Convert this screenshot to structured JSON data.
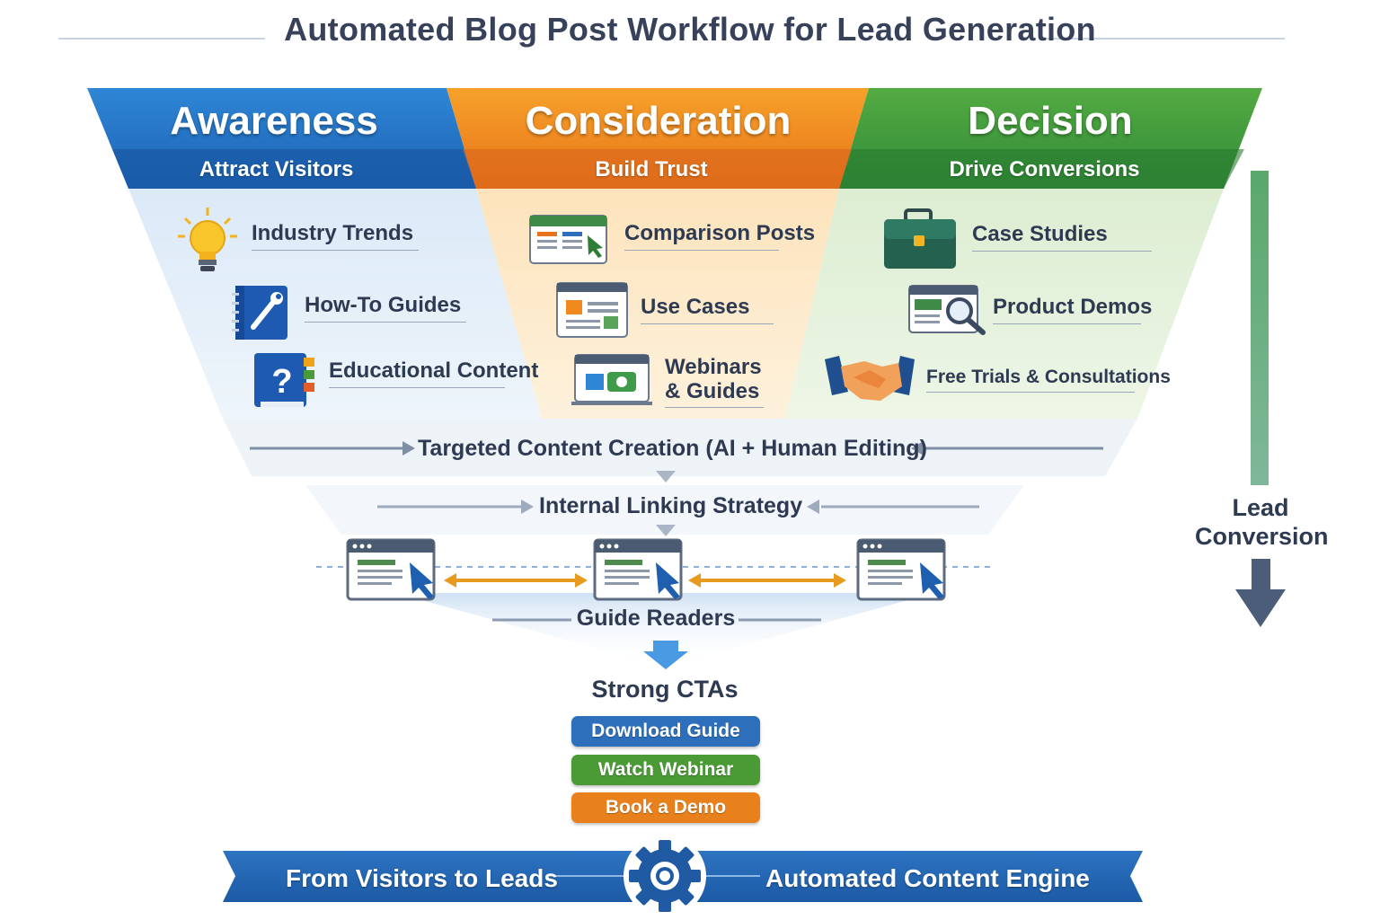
{
  "title": "Automated Blog Post Workflow for Lead Generation",
  "stages": [
    {
      "name": "Awareness",
      "subtitle": "Attract Visitors",
      "color": "#1c6fc0",
      "items": [
        {
          "label": "Industry Trends",
          "icon": "lightbulb-icon"
        },
        {
          "label": "How-To Guides",
          "icon": "wrench-book-icon"
        },
        {
          "label": "Educational Content",
          "icon": "question-book-icon"
        }
      ]
    },
    {
      "name": "Consideration",
      "subtitle": "Build Trust",
      "color": "#ee7d1a",
      "items": [
        {
          "label": "Comparison Posts",
          "icon": "comparison-browser-icon"
        },
        {
          "label": "Use Cases",
          "icon": "use-case-browser-icon"
        },
        {
          "label": "Webinars & Guides",
          "icon": "webinar-screen-icon"
        }
      ]
    },
    {
      "name": "Decision",
      "subtitle": "Drive Conversions",
      "color": "#3e9a3c",
      "items": [
        {
          "label": "Case Studies",
          "icon": "briefcase-icon"
        },
        {
          "label": "Product Demos",
          "icon": "magnifier-browser-icon"
        },
        {
          "label": "Free Trials & Consultations",
          "icon": "handshake-icon"
        }
      ]
    }
  ],
  "flow": {
    "content_creation": "Targeted Content Creation (AI + Human Editing)",
    "internal_linking": "Internal Linking Strategy",
    "guide_readers": "Guide Readers"
  },
  "ctas": {
    "heading": "Strong CTAs",
    "buttons": [
      {
        "label": "Download Guide",
        "color": "#2d6fba"
      },
      {
        "label": "Watch Webinar",
        "color": "#4a9a36"
      },
      {
        "label": "Book a Demo",
        "color": "#e8801c"
      }
    ]
  },
  "side": {
    "line1": "Lead",
    "line2": "Conversion"
  },
  "banner": {
    "left": "From Visitors to Leads",
    "right": "Automated Content Engine",
    "icon": "gear-icon"
  }
}
